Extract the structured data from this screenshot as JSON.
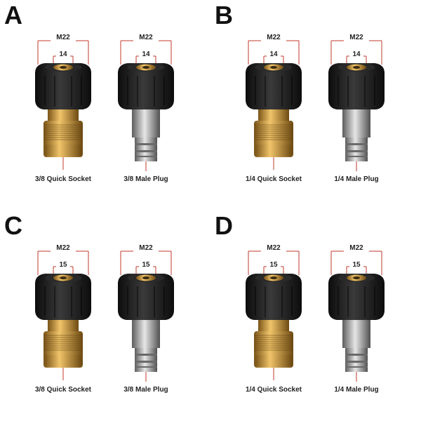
{
  "panels": [
    {
      "letter": "A",
      "fittings": [
        {
          "type": "socket",
          "outer": "M22",
          "inner": "14",
          "caption": "3/8 Quick Socket"
        },
        {
          "type": "plug",
          "outer": "M22",
          "inner": "14",
          "caption": "3/8 Male Plug"
        }
      ]
    },
    {
      "letter": "B",
      "fittings": [
        {
          "type": "socket",
          "outer": "M22",
          "inner": "14",
          "caption": "1/4 Quick Socket"
        },
        {
          "type": "plug",
          "outer": "M22",
          "inner": "14",
          "caption": "1/4 Male Plug"
        }
      ]
    },
    {
      "letter": "C",
      "fittings": [
        {
          "type": "socket",
          "outer": "M22",
          "inner": "15",
          "caption": "3/8 Quick Socket"
        },
        {
          "type": "plug",
          "outer": "M22",
          "inner": "15",
          "caption": "3/8 Male Plug"
        }
      ]
    },
    {
      "letter": "D",
      "fittings": [
        {
          "type": "socket",
          "outer": "M22",
          "inner": "15",
          "caption": "1/4 Quick Socket"
        },
        {
          "type": "plug",
          "outer": "M22",
          "inner": "15",
          "caption": "1/4 Male Plug"
        }
      ]
    }
  ],
  "colors": {
    "background": "#ffffff",
    "rubber": "#1e1e1e",
    "brass": "#c8963e",
    "steel": "#9a9a9a",
    "dimension_line": "#c0392b",
    "text": "#222222"
  }
}
